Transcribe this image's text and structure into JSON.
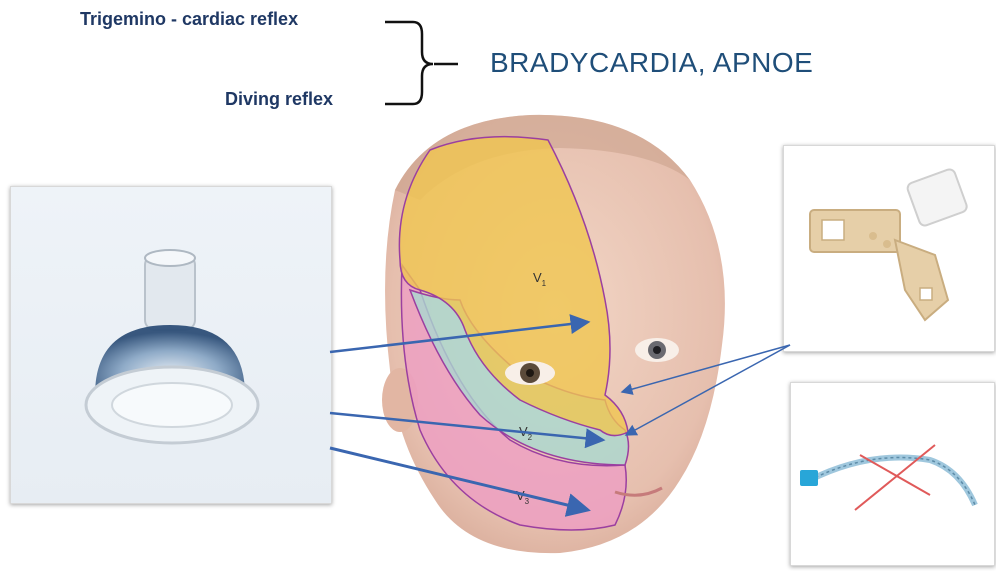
{
  "reflexes": {
    "trigemino": "Trigemino - cardiac reflex",
    "diving": "Diving reflex"
  },
  "outcome": "BRADYCARDIA,  APNOE",
  "regions": {
    "v1": {
      "letter": "V",
      "sub": "1"
    },
    "v2": {
      "letter": "V",
      "sub": "2"
    },
    "v3": {
      "letter": "V",
      "sub": "3"
    }
  },
  "colors": {
    "title": "#1f3864",
    "outcome": "#1f4e79",
    "arrow": "#3a66b0",
    "v1": "#f0c650",
    "v2": "#a9d8d0",
    "v3": "#ee9bc4",
    "region_border": "#9b3fa0"
  },
  "icons": [
    "curly-brace-icon",
    "face-mask",
    "laryngeal-device",
    "crossed-out-tube"
  ]
}
